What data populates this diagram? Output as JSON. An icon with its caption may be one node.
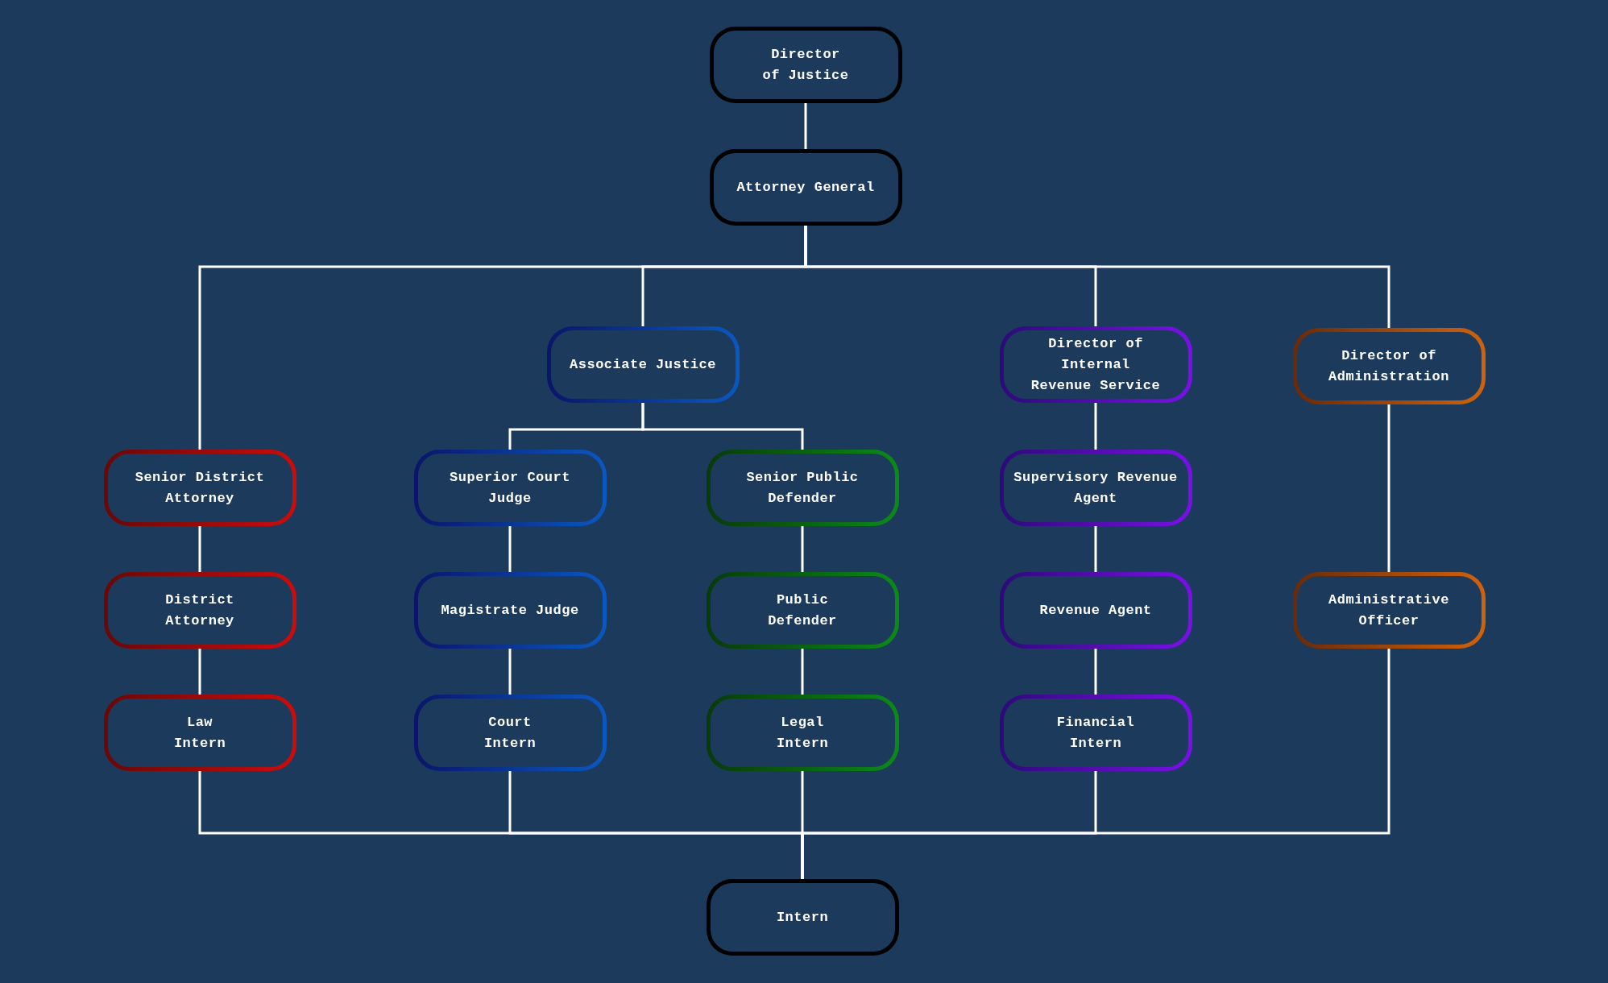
{
  "diagram": {
    "nodes": [
      {
        "text": [
          "Director of Justice"
        ]
      },
      {
        "text": [
          "Attorney General"
        ]
      },
      {
        "text": [
          "Associate Justice"
        ]
      },
      {
        "text": [
          "Director of Internal Revenue Service"
        ]
      },
      {
        "text": [
          "Director of Administration"
        ]
      },
      {
        "text": [
          "Senior District Attorney"
        ]
      },
      {
        "text": [
          "Superior Court Judge"
        ]
      },
      {
        "text": [
          "Senior Public Defender"
        ]
      },
      {
        "text": [
          "Supervisory Revenue Agent"
        ]
      },
      {
        "text": [
          "District Attorney"
        ]
      },
      {
        "text": [
          "Magistrate Judge"
        ]
      },
      {
        "text": [
          "Public Defender"
        ]
      },
      {
        "text": [
          "Revenue Agent"
        ]
      },
      {
        "text": [
          "Administrative Officer"
        ]
      },
      {
        "text": [
          "Law Intern"
        ]
      },
      {
        "text": [
          "Court Intern"
        ]
      },
      {
        "text": [
          "Legal Intern"
        ]
      },
      {
        "text": [
          "Financial Intern"
        ]
      },
      {
        "text": [
          "Intern"
        ]
      }
    ],
    "edges": [
      {
        "from": 0,
        "to": 1,
        "arrow": "none"
      },
      {
        "from": 1,
        "to": 5,
        "arrow": "none"
      },
      {
        "from": 1,
        "to": 2,
        "arrow": "none"
      },
      {
        "from": 1,
        "to": 3,
        "arrow": "none"
      },
      {
        "from": 1,
        "to": 4,
        "arrow": "none"
      },
      {
        "from": 2,
        "to": 6,
        "arrow": "none"
      },
      {
        "from": 2,
        "to": 7,
        "arrow": "none"
      },
      {
        "from": 5,
        "to": 9,
        "arrow": "none"
      },
      {
        "from": 9,
        "to": 14,
        "arrow": "none"
      },
      {
        "from": 6,
        "to": 10,
        "arrow": "none"
      },
      {
        "from": 10,
        "to": 15,
        "arrow": "none"
      },
      {
        "from": 7,
        "to": 11,
        "arrow": "none"
      },
      {
        "from": 11,
        "to": 16,
        "arrow": "none"
      },
      {
        "from": 3,
        "to": 8,
        "arrow": "none"
      },
      {
        "from": 8,
        "to": 12,
        "arrow": "none"
      },
      {
        "from": 12,
        "to": 17,
        "arrow": "none"
      },
      {
        "from": 4,
        "to": 13,
        "arrow": "none"
      },
      {
        "from": 14,
        "to": 18,
        "arrow": "none"
      },
      {
        "from": 15,
        "to": 18,
        "arrow": "none"
      },
      {
        "from": 16,
        "to": 18,
        "arrow": "none"
      },
      {
        "from": 17,
        "to": 18,
        "arrow": "none"
      },
      {
        "from": 13,
        "to": 18,
        "arrow": "none"
      }
    ]
  }
}
